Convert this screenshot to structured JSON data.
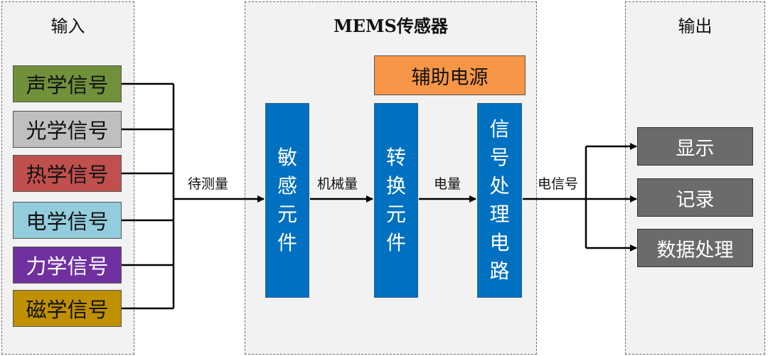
{
  "input_panel": {
    "title": "输入",
    "signals": [
      {
        "label": "声学信号",
        "color": "#70913a"
      },
      {
        "label": "光学信号",
        "color": "#bfbfbf"
      },
      {
        "label": "热学信号",
        "color": "#c0504d"
      },
      {
        "label": "电学信号",
        "color": "#93cddd"
      },
      {
        "label": "力学信号",
        "color": "#7030a0"
      },
      {
        "label": "磁学信号",
        "color": "#bf9000"
      }
    ]
  },
  "sensor_panel": {
    "title": "MEMS传感器",
    "aux_power": {
      "label": "辅助电源",
      "color": "#f79646"
    },
    "blocks": [
      {
        "label": "敏感元件",
        "color": "#0070c0"
      },
      {
        "label": "转换元件",
        "color": "#0070c0"
      },
      {
        "label": "信号处理电路",
        "color": "#0070c0"
      }
    ]
  },
  "output_panel": {
    "title": "输出",
    "items": [
      {
        "label": "显示"
      },
      {
        "label": "记录"
      },
      {
        "label": "数据处理"
      }
    ]
  },
  "edge_labels": {
    "measurand": "待测量",
    "mechanical": "机械量",
    "electrical": "电量",
    "electric_signal": "电信号"
  }
}
